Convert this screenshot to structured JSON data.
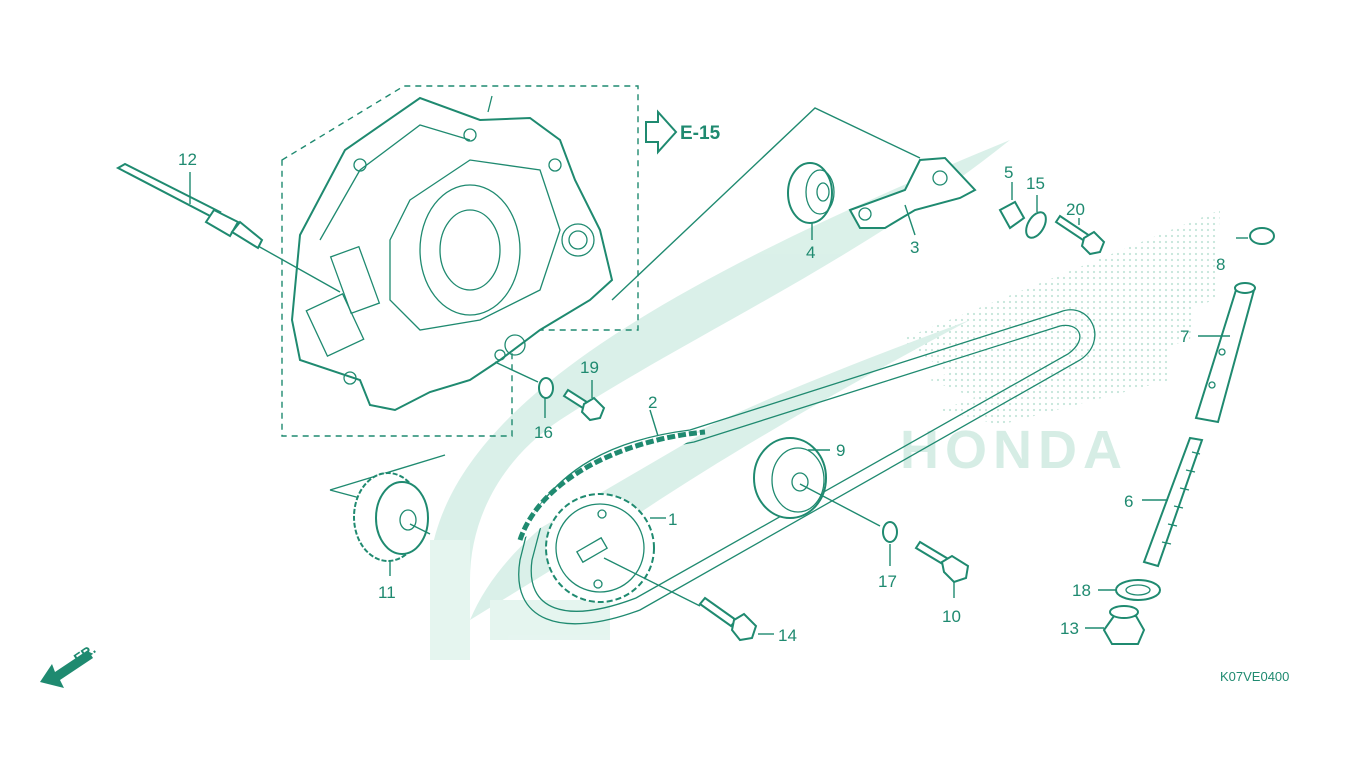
{
  "diagram": {
    "callouts": [
      {
        "id": "1",
        "text": "1"
      },
      {
        "id": "2",
        "text": "2"
      },
      {
        "id": "3",
        "text": "3"
      },
      {
        "id": "4",
        "text": "4"
      },
      {
        "id": "5",
        "text": "5"
      },
      {
        "id": "6",
        "text": "6"
      },
      {
        "id": "7",
        "text": "7"
      },
      {
        "id": "8",
        "text": "8"
      },
      {
        "id": "9",
        "text": "9"
      },
      {
        "id": "10",
        "text": "10"
      },
      {
        "id": "11",
        "text": "11"
      },
      {
        "id": "12",
        "text": "12"
      },
      {
        "id": "13",
        "text": "13"
      },
      {
        "id": "14",
        "text": "14"
      },
      {
        "id": "15",
        "text": "15"
      },
      {
        "id": "16",
        "text": "16"
      },
      {
        "id": "17",
        "text": "17"
      },
      {
        "id": "18",
        "text": "18"
      },
      {
        "id": "19",
        "text": "19"
      },
      {
        "id": "20",
        "text": "20"
      }
    ],
    "section_ref": "E-15",
    "direction_label": "FR.",
    "diagram_code": "K07VE0400",
    "watermark_brand": "HONDA",
    "colors": {
      "line": "#1f8a70",
      "watermark": "#d7efe7",
      "background": "#ffffff"
    }
  }
}
